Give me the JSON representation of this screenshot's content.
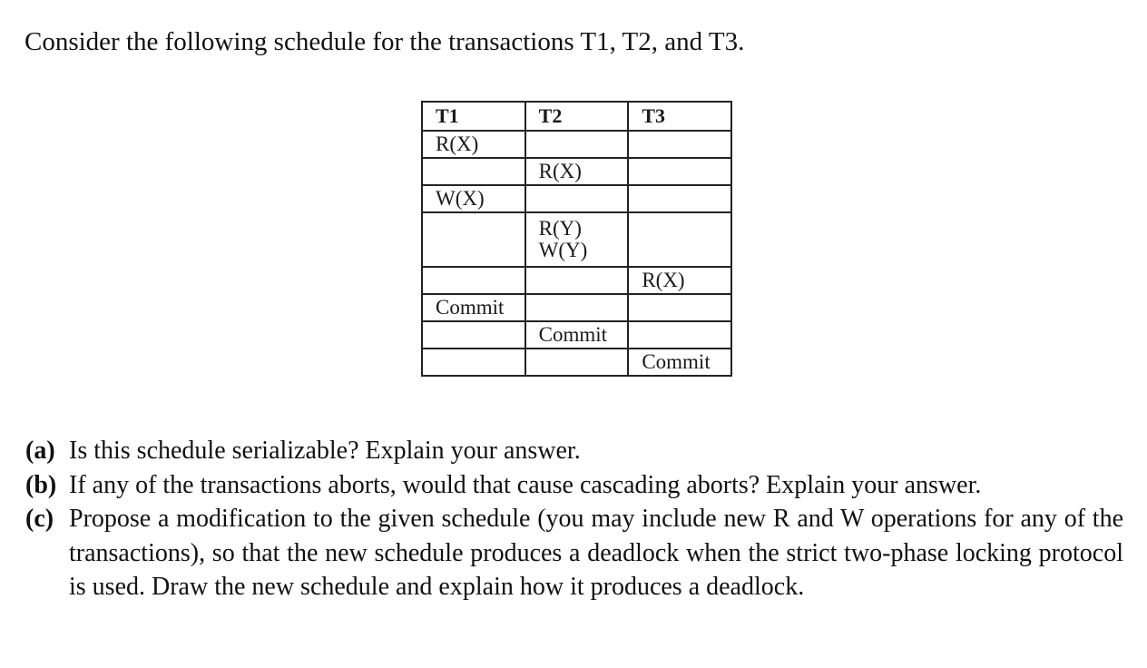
{
  "intro": "Consider the following schedule for the transactions T1, T2, and T3.",
  "schedule": {
    "headers": [
      "T1",
      "T2",
      "T3"
    ],
    "rows": [
      [
        [
          "R(X)"
        ],
        [],
        []
      ],
      [
        [],
        [
          "R(X)"
        ],
        []
      ],
      [
        [
          "W(X)"
        ],
        [],
        []
      ],
      [
        [],
        [
          "R(Y)",
          "W(Y)"
        ],
        []
      ],
      [
        [],
        [],
        [
          "R(X)"
        ]
      ],
      [
        [
          "Commit"
        ],
        [],
        []
      ],
      [
        [],
        [
          "Commit"
        ],
        []
      ],
      [
        [],
        [],
        [
          "Commit"
        ]
      ]
    ]
  },
  "questions": [
    {
      "label": "(a)",
      "text": "Is this schedule serializable? Explain your answer."
    },
    {
      "label": "(b)",
      "text": "If any of the transactions aborts, would that cause cascading aborts? Explain your answer."
    },
    {
      "label": "(c)",
      "text": "Propose a modification to the given schedule (you may include new R and W operations for any of the transactions), so that the new schedule produces a deadlock when the strict two-phase locking protocol is used. Draw the new schedule and explain how it produces a deadlock."
    }
  ]
}
